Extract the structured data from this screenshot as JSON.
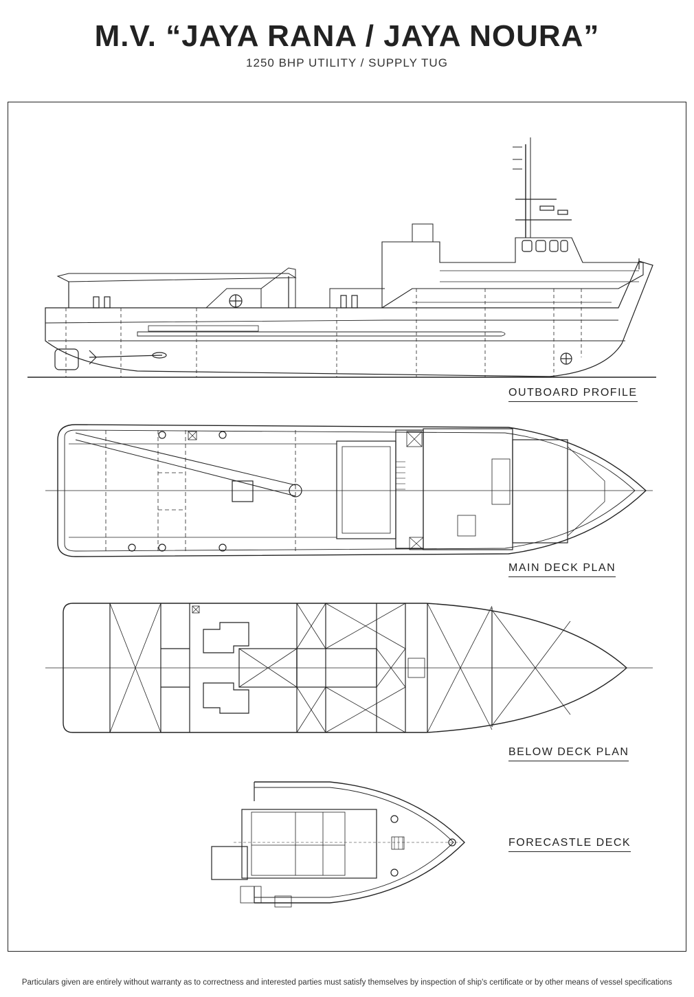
{
  "header": {
    "title": "M.V. “JAYA RANA / JAYA NOURA”",
    "subtitle": "1250 BHP UTILITY / SUPPLY TUG"
  },
  "views": {
    "outboard_profile": "OUTBOARD PROFILE",
    "main_deck_plan": "MAIN DECK PLAN",
    "below_deck_plan": "BELOW DECK PLAN",
    "forecastle_deck": "FORECASTLE DECK"
  },
  "footer": {
    "disclaimer": "Particulars given are entirely without warranty as to correctness and interested parties must satisfy themselves by inspection of ship's certificate or by other means of vessel specifications"
  }
}
